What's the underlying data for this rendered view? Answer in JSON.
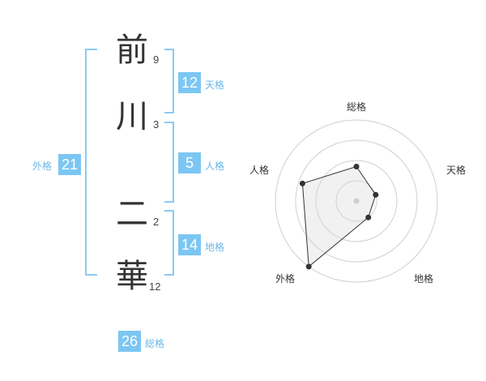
{
  "name": {
    "chars": [
      {
        "char": "前",
        "strokes": "9"
      },
      {
        "char": "川",
        "strokes": "3"
      },
      {
        "char": "二",
        "strokes": "2"
      },
      {
        "char": "華",
        "strokes": "12"
      }
    ]
  },
  "fortune": {
    "tenkaku": {
      "value": "12",
      "label": "天格"
    },
    "jinkaku": {
      "value": "5",
      "label": "人格"
    },
    "chikaku": {
      "value": "14",
      "label": "地格"
    },
    "gaikaku": {
      "value": "21",
      "label": "外格"
    },
    "soukaku": {
      "value": "26",
      "label": "総格"
    }
  },
  "chart_data": {
    "type": "radar",
    "axes": [
      "総格",
      "天格",
      "地格",
      "外格",
      "人格"
    ],
    "values": [
      1.7,
      1.0,
      1.0,
      4.0,
      2.8
    ],
    "range": [
      0,
      4
    ]
  }
}
